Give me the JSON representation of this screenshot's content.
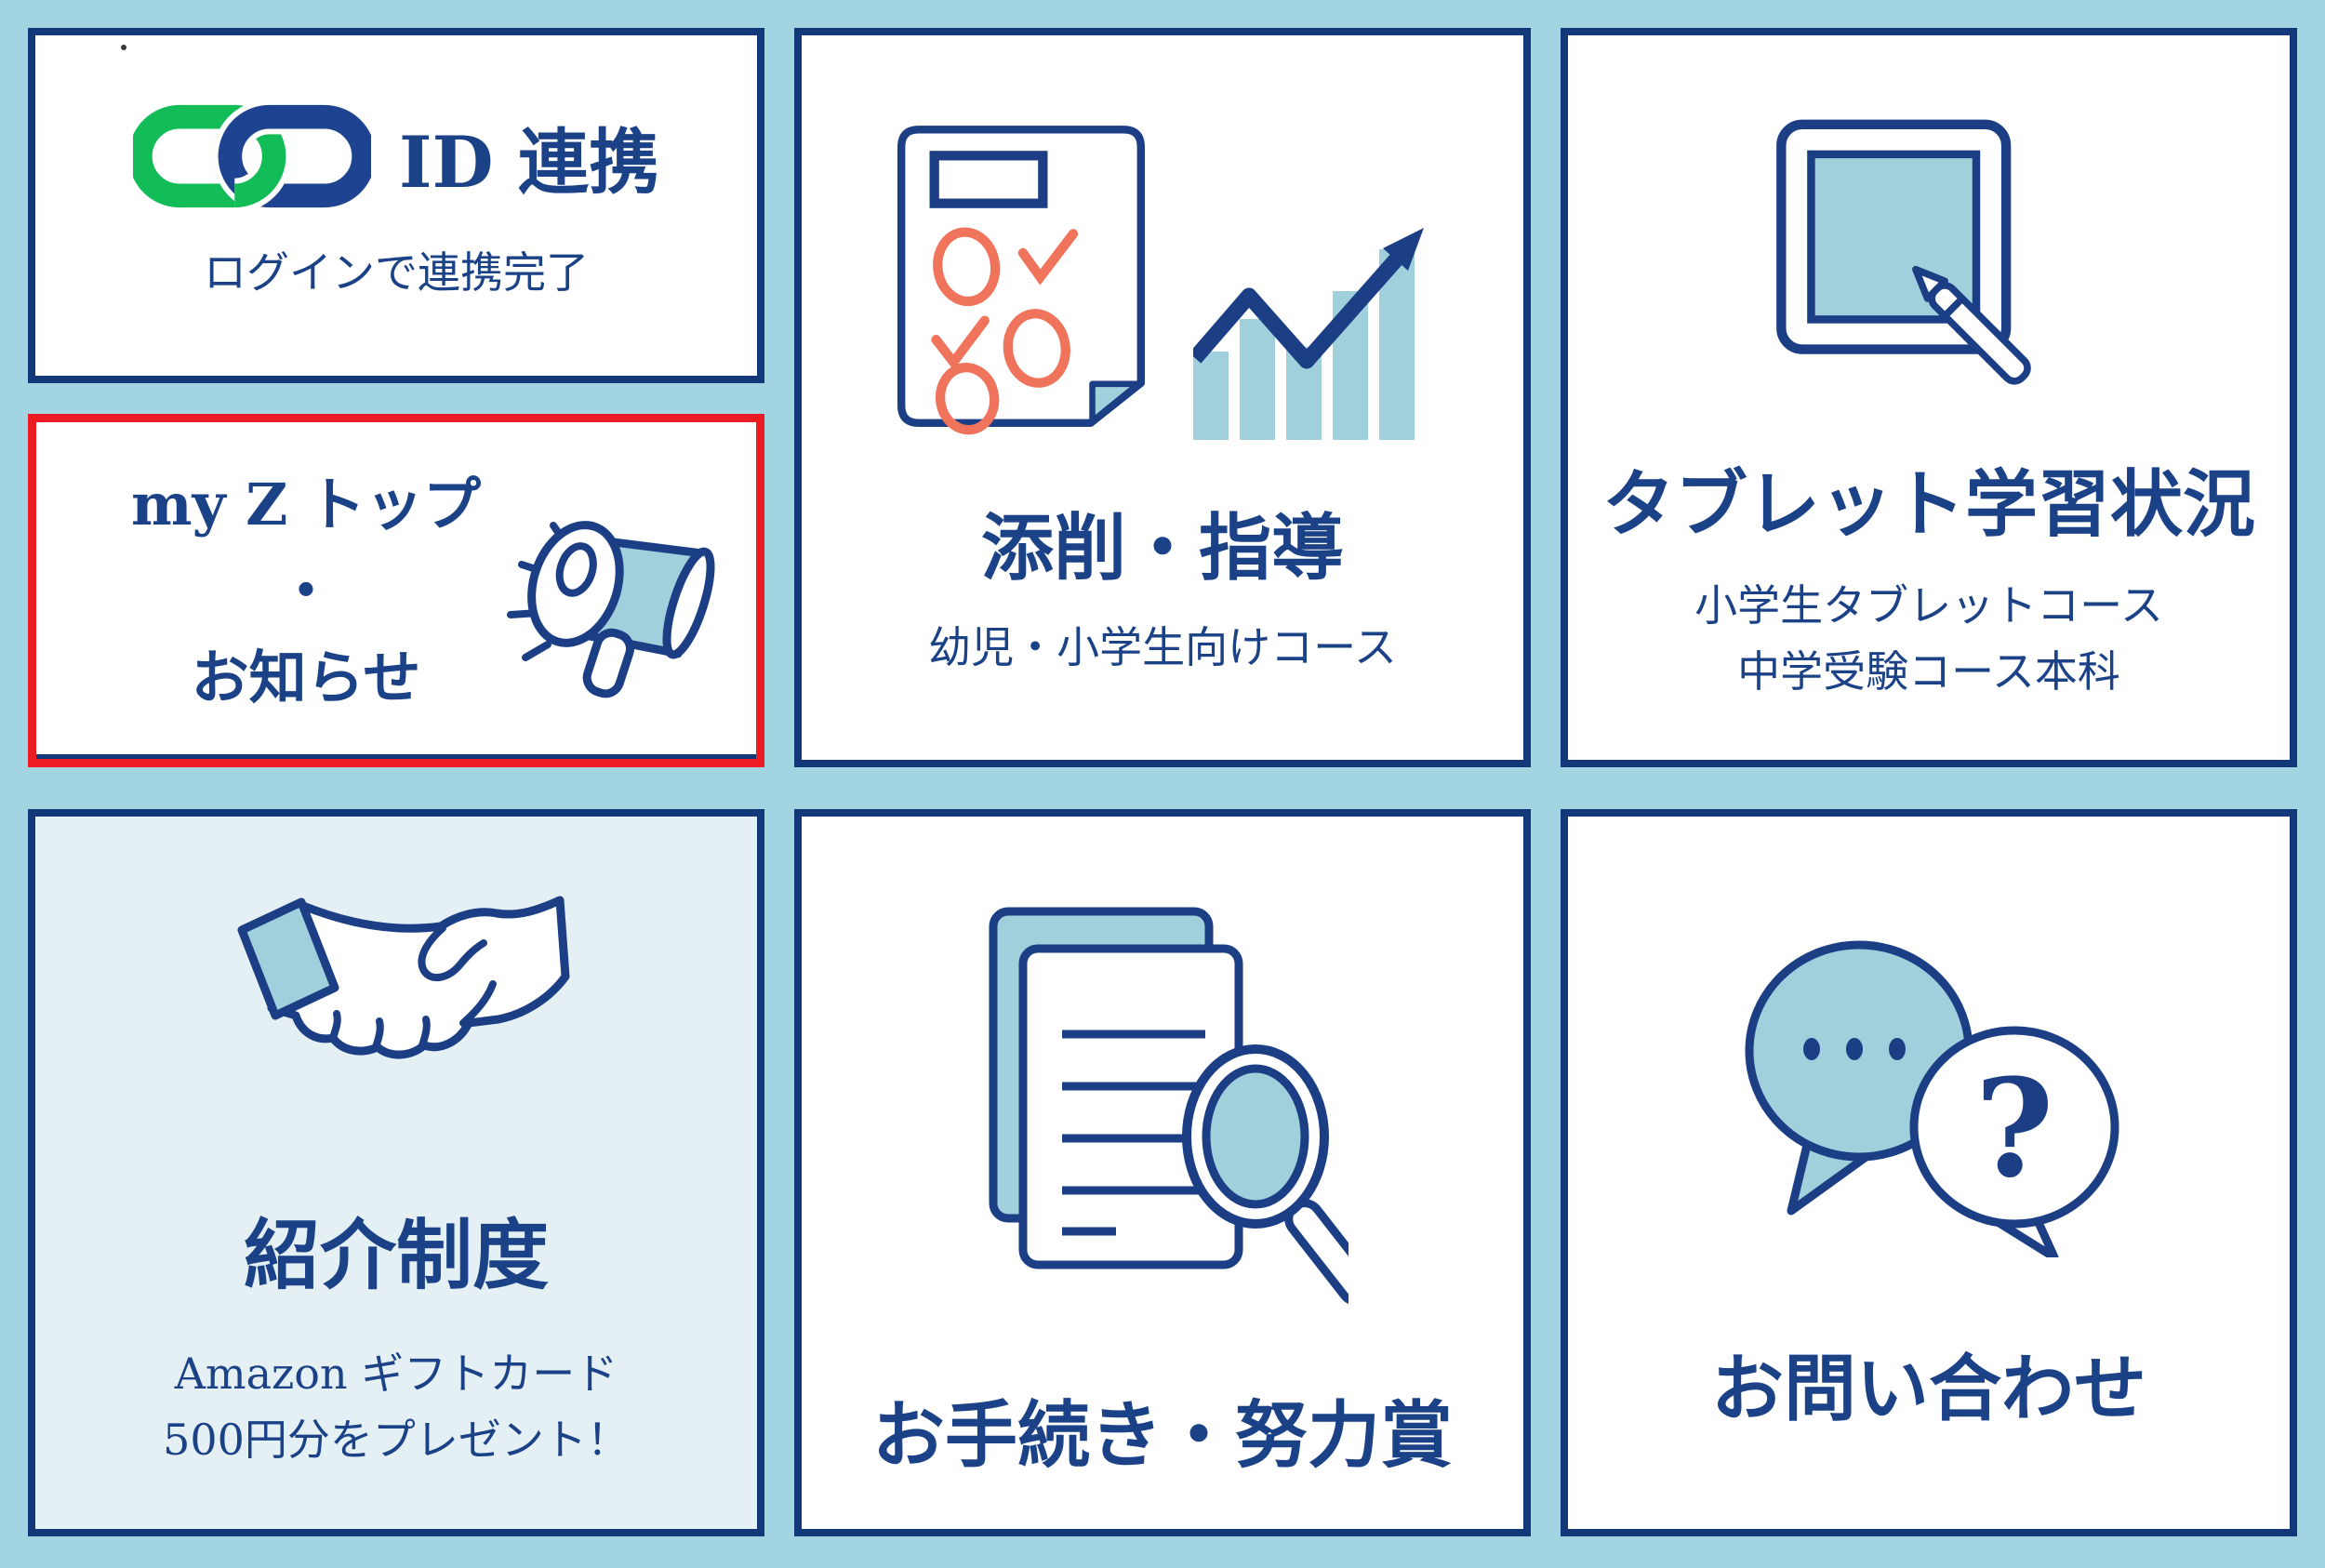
{
  "colors": {
    "page_background": "#a3d4e2",
    "card_border_navy": "#123879",
    "text_navy": "#1b4286",
    "highlight_border_red": "#ec1c24",
    "icon_stroke_navy": "#1b3e85",
    "icon_fill_light_blue": "#9fd0db",
    "tinted_card_background": "#e5f0f5",
    "link_icon_green": "#12bd57",
    "correction_mark_salmon": "#f0745c"
  },
  "cards": {
    "id_link": {
      "title": "ID 連携",
      "subtitle": "ログインで連携完了"
    },
    "myz_top": {
      "line1": "my Z トップ",
      "separator": "・",
      "line3": "お知らせ"
    },
    "tensaku": {
      "title": "添削・指導",
      "subtitle": "幼児・小学生向けコース"
    },
    "tablet": {
      "title": "タブレット学習状況",
      "subtitle_line1": "小学生タブレットコース",
      "subtitle_line2": "中学受験コース本科"
    },
    "shokai": {
      "title": "紹介制度",
      "subtitle_line1": "Amazon ギフトカード",
      "subtitle_line2": "500円分をプレゼント！"
    },
    "tetsuzuki": {
      "title": "お手続き・努力賞"
    },
    "contact": {
      "title": "お問い合わせ",
      "question_mark": "?"
    }
  }
}
